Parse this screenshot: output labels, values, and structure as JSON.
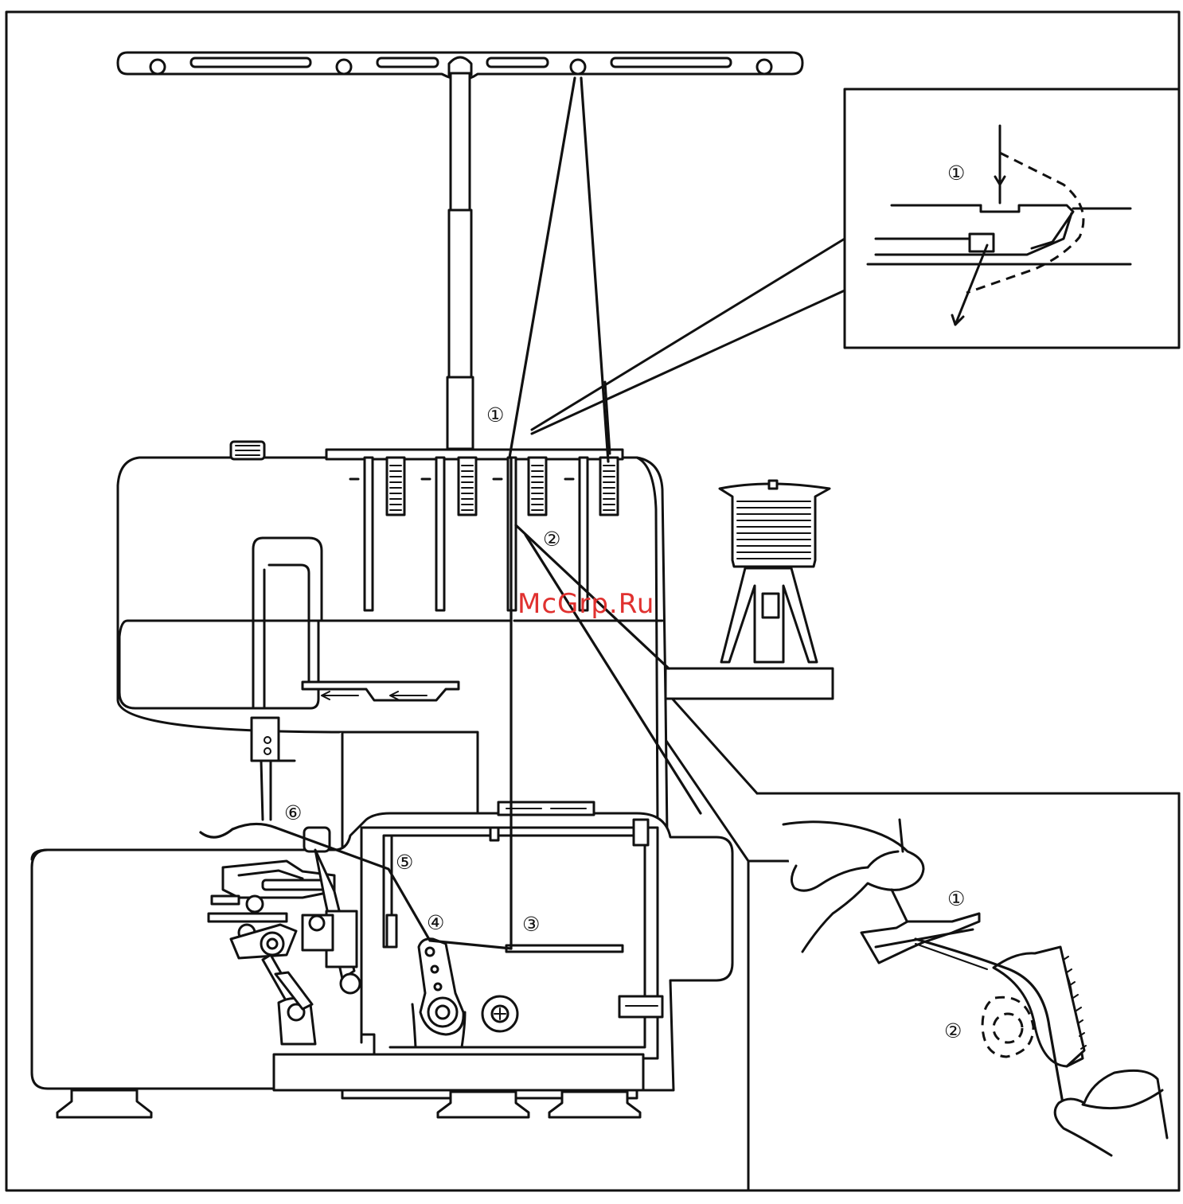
{
  "watermark": "McGrp.Ru",
  "steps": {
    "s1": "①",
    "s2": "②",
    "s3": "③",
    "s4": "④",
    "s5": "⑤",
    "s6": "⑥"
  },
  "inset_top": {
    "step1": "①"
  },
  "inset_bottom": {
    "step1": "①",
    "step2": "②"
  },
  "icons": [
    "thread-stand-icon",
    "thread-spool-icon",
    "serger-machine-icon",
    "hand-icon"
  ],
  "colors": {
    "line": "#111111",
    "watermark": "#e0312f",
    "background": "#ffffff"
  }
}
